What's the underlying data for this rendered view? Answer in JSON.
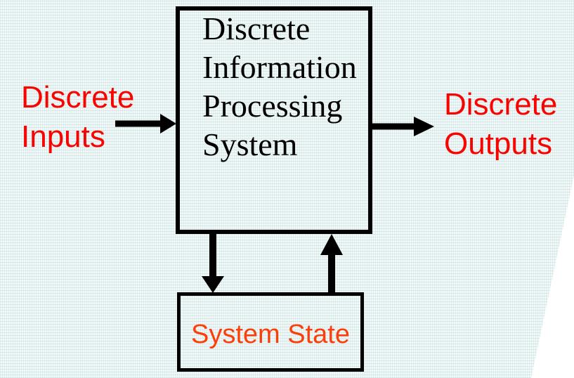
{
  "diagram": {
    "background_color": "#f3f8f8",
    "corner_wedge_color": "#ffffff",
    "arrow_color": "#000000",
    "input_label": {
      "lines": [
        "Discrete",
        "Inputs"
      ],
      "color": "#f80400"
    },
    "output_label": {
      "lines": [
        "Discrete",
        "Outputs"
      ],
      "color": "#f80400"
    },
    "process_box": {
      "lines": [
        "Discrete",
        "Information",
        "Processing",
        "System"
      ],
      "text_color": "#000000",
      "border_color": "#000000"
    },
    "state_box": {
      "label": "System State",
      "text_color": "#fb3f0a",
      "border_color": "#000000"
    }
  }
}
